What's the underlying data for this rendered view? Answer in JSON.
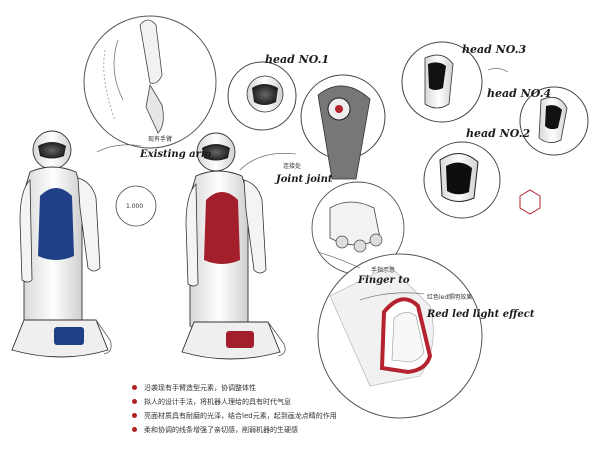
{
  "labels": {
    "head_no1": "head  NO.1",
    "head_no3": "head  NO.3",
    "head_no4": "head  NO.4",
    "head_no2": "head  NO.2",
    "existing_arm_cn": "现有手臂",
    "existing_arm_en": "Existing arm",
    "joint_cn": "连接处",
    "joint_en": "Joint joint",
    "finger_cn": "手指示意",
    "finger_en": "Finger to",
    "led_cn": "红色led照明效果",
    "led_en": "Red led light effect",
    "dial_value": "1.000"
  },
  "notes": [
    "沿袭现有手臂造型元素，协调整体性",
    "拟人的设计手法，将机器人理给的具有时代气息",
    "亮面材质具有耐磨的光泽，结合led元素，起到画龙点睛的作用",
    "柔和协调的线条增强了亲切感，削弱机器的生硬感"
  ],
  "colors": {
    "blue_panel": "#1f3f86",
    "red_panel": "#a31f2b",
    "bullet": "#b22222",
    "led_red": "#b4232e"
  }
}
